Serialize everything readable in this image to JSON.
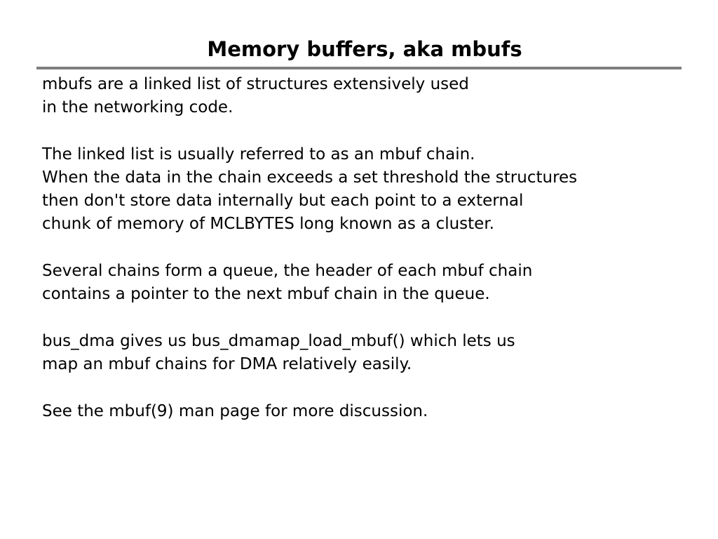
{
  "slide": {
    "title": "Memory buffers, aka mbufs",
    "paragraphs": [
      {
        "lines": [
          "mbufs are a linked list of structures extensively used",
          "in the networking code."
        ]
      },
      {
        "lines": [
          "The linked list is usually referred to as an mbuf chain.",
          "When the data in the chain exceeds a set threshold the structures",
          "then don't store data internally but each point to a external",
          "chunk of memory of MCLBYTES long known as a cluster."
        ]
      },
      {
        "lines": [
          "Several chains form a queue, the header of each mbuf chain",
          "contains a pointer to the next mbuf chain in the queue."
        ]
      },
      {
        "lines": [
          "bus_dma gives us bus_dmamap_load_mbuf() which lets us",
          "map an mbuf chains for DMA relatively easily."
        ]
      },
      {
        "lines": [
          "See the mbuf(9) man page for more discussion."
        ]
      }
    ]
  },
  "colors": {
    "background": "#ffffff",
    "text": "#000000",
    "title_rule": "#7f7f7f"
  }
}
